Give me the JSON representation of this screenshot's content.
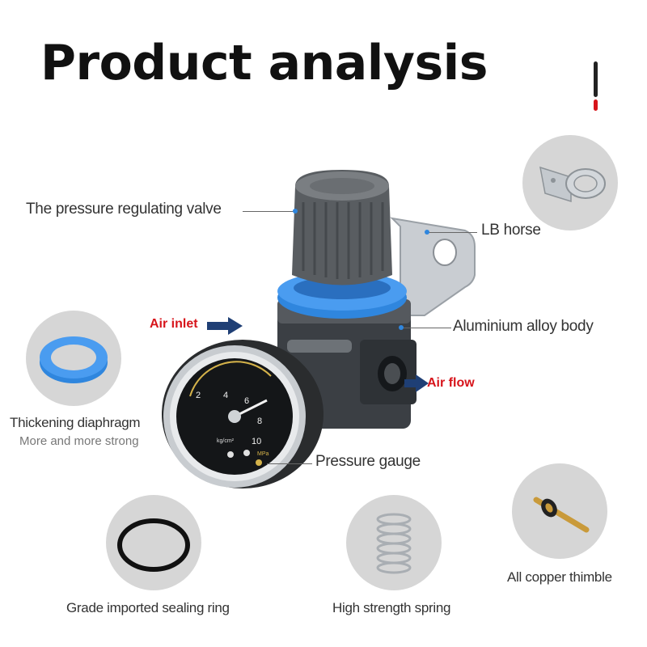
{
  "page": {
    "title": "Product analysis"
  },
  "callouts": {
    "pressure_valve": "The pressure regulating valve",
    "lb_horse": "LB horse",
    "aluminium_body": "Aluminium alloy body",
    "air_inlet": "Air inlet",
    "air_flow": "Air flow",
    "pressure_gauge": "Pressure gauge",
    "diaphragm": "Thickening diaphragm",
    "diaphragm_sub": "More and more strong",
    "sealing_ring": "Grade imported sealing ring",
    "spring": "High strength spring",
    "thimble": "All copper thimble"
  },
  "gauge": {
    "ticks": [
      "2",
      "4",
      "6",
      "8",
      "10"
    ],
    "unit_left": "kg/cm²",
    "unit_right": "MPa"
  },
  "colors": {
    "accent_blue": "#2f86de",
    "arrow_navy": "#1f3f75",
    "label_red": "#d7141b",
    "circle_gray": "#d6d6d6"
  }
}
